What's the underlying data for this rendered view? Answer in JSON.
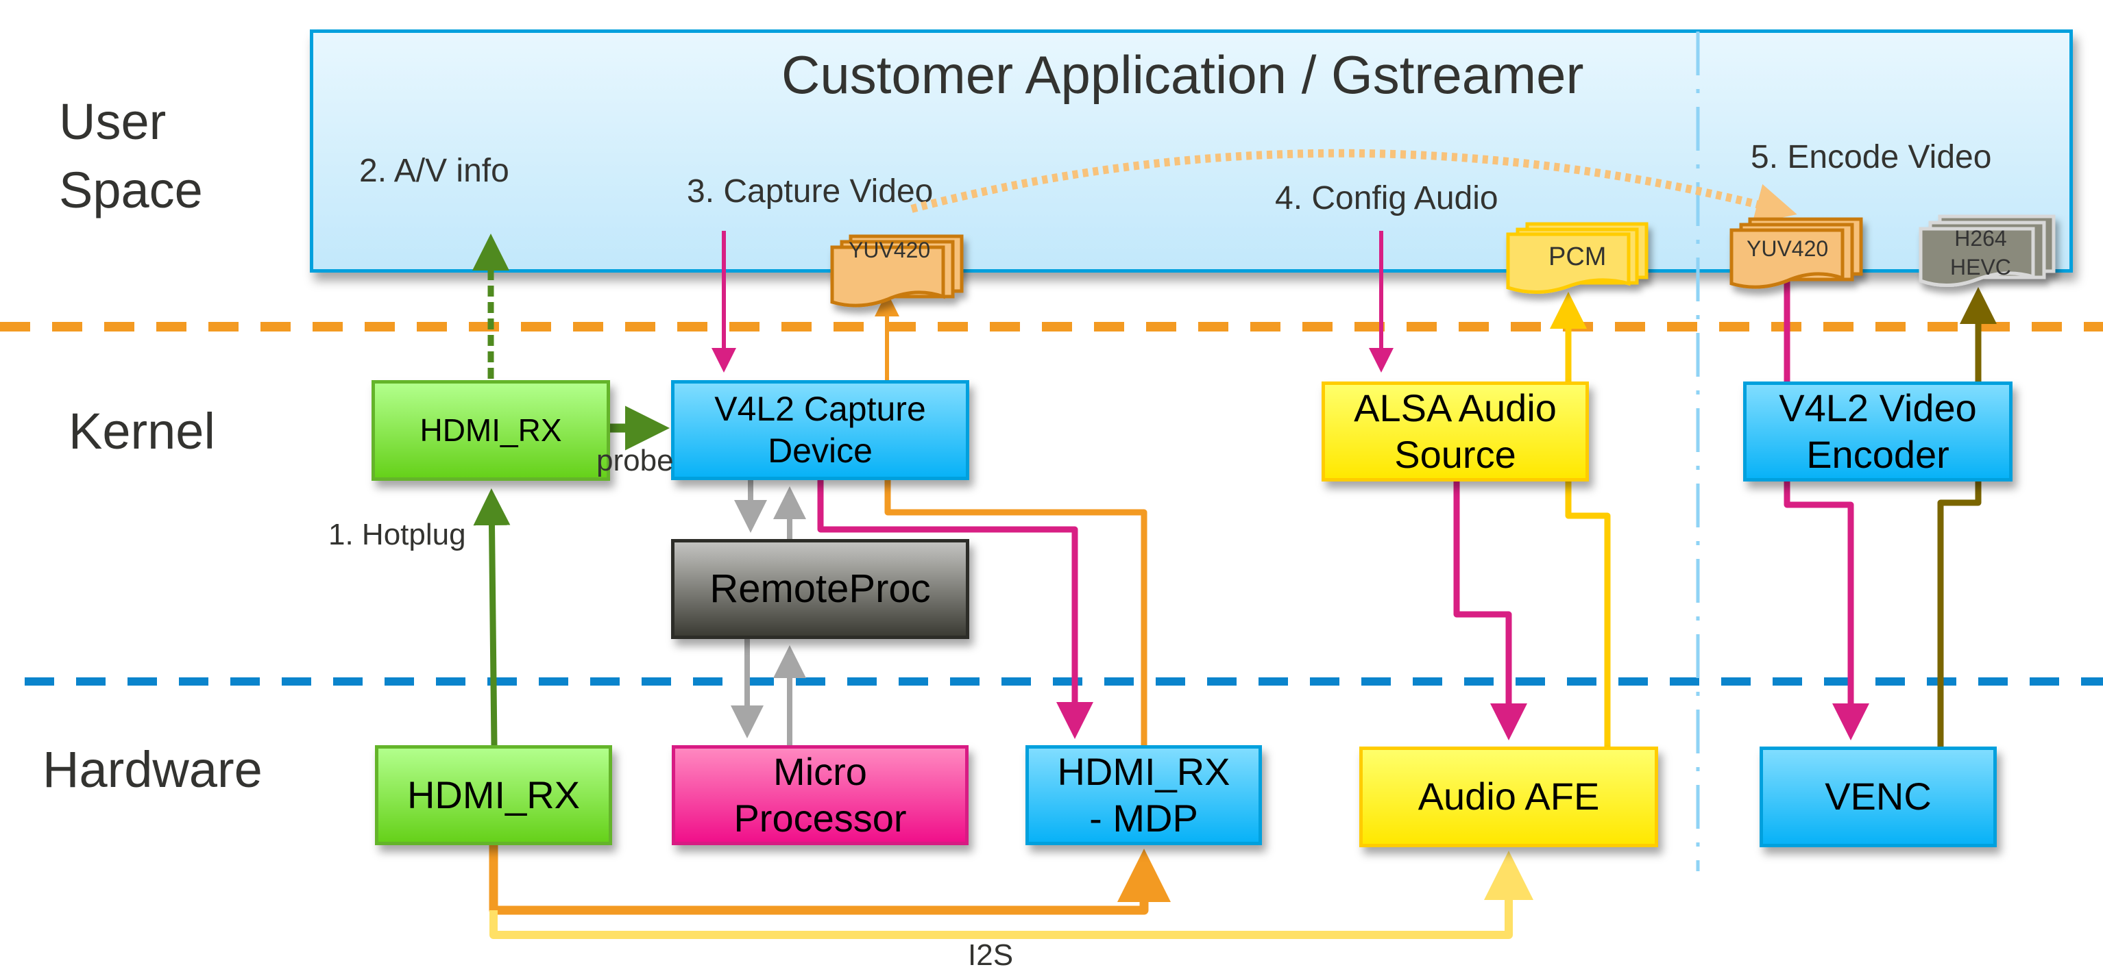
{
  "layers": {
    "user_space": [
      "User",
      "Space"
    ],
    "kernel": "Kernel",
    "hardware": "Hardware"
  },
  "user_space_box": {
    "title": "Customer Application / Gstreamer",
    "steps": {
      "av_info": "2. A/V info",
      "capture_video": "3. Capture Video",
      "config_audio": "4. Config Audio",
      "encode_video": "5. Encode Video"
    },
    "buffers": {
      "yuv_capture": "YUV420",
      "pcm": "PCM",
      "yuv_encode": "YUV420",
      "encoded": [
        "H264",
        "HEVC"
      ]
    }
  },
  "kernel_blocks": {
    "hdmi_rx": "HDMI_RX",
    "v4l2_capture": [
      "V4L2 Capture",
      "Device"
    ],
    "remoteproc": "RemoteProc",
    "alsa": [
      "ALSA Audio",
      "Source"
    ],
    "v4l2_encoder": [
      "V4L2 Video",
      "Encoder"
    ]
  },
  "hardware_blocks": {
    "hdmi_rx": "HDMI_RX",
    "micro_processor": [
      "Micro",
      "Processor"
    ],
    "hdmi_rx_mdp": [
      "HDMI_RX",
      "- MDP"
    ],
    "audio_afe": "Audio AFE",
    "venc": "VENC"
  },
  "edge_labels": {
    "probe": "probe",
    "hotplug": "1. Hotplug",
    "i2s": "I2S"
  },
  "colors": {
    "user_kernel_divider": "#f39a22",
    "kernel_hw_divider": "#0a84cc",
    "video_control": "#d81f83",
    "video_data": "#f39a22",
    "audio_data": "#ffcc00",
    "i2s": "#ffe066",
    "hotplug": "#4f8a1f",
    "remoteproc_link": "#a6a6a6",
    "encoded_data": "#7a6500",
    "buffer_handoff": "#f8c27a"
  }
}
